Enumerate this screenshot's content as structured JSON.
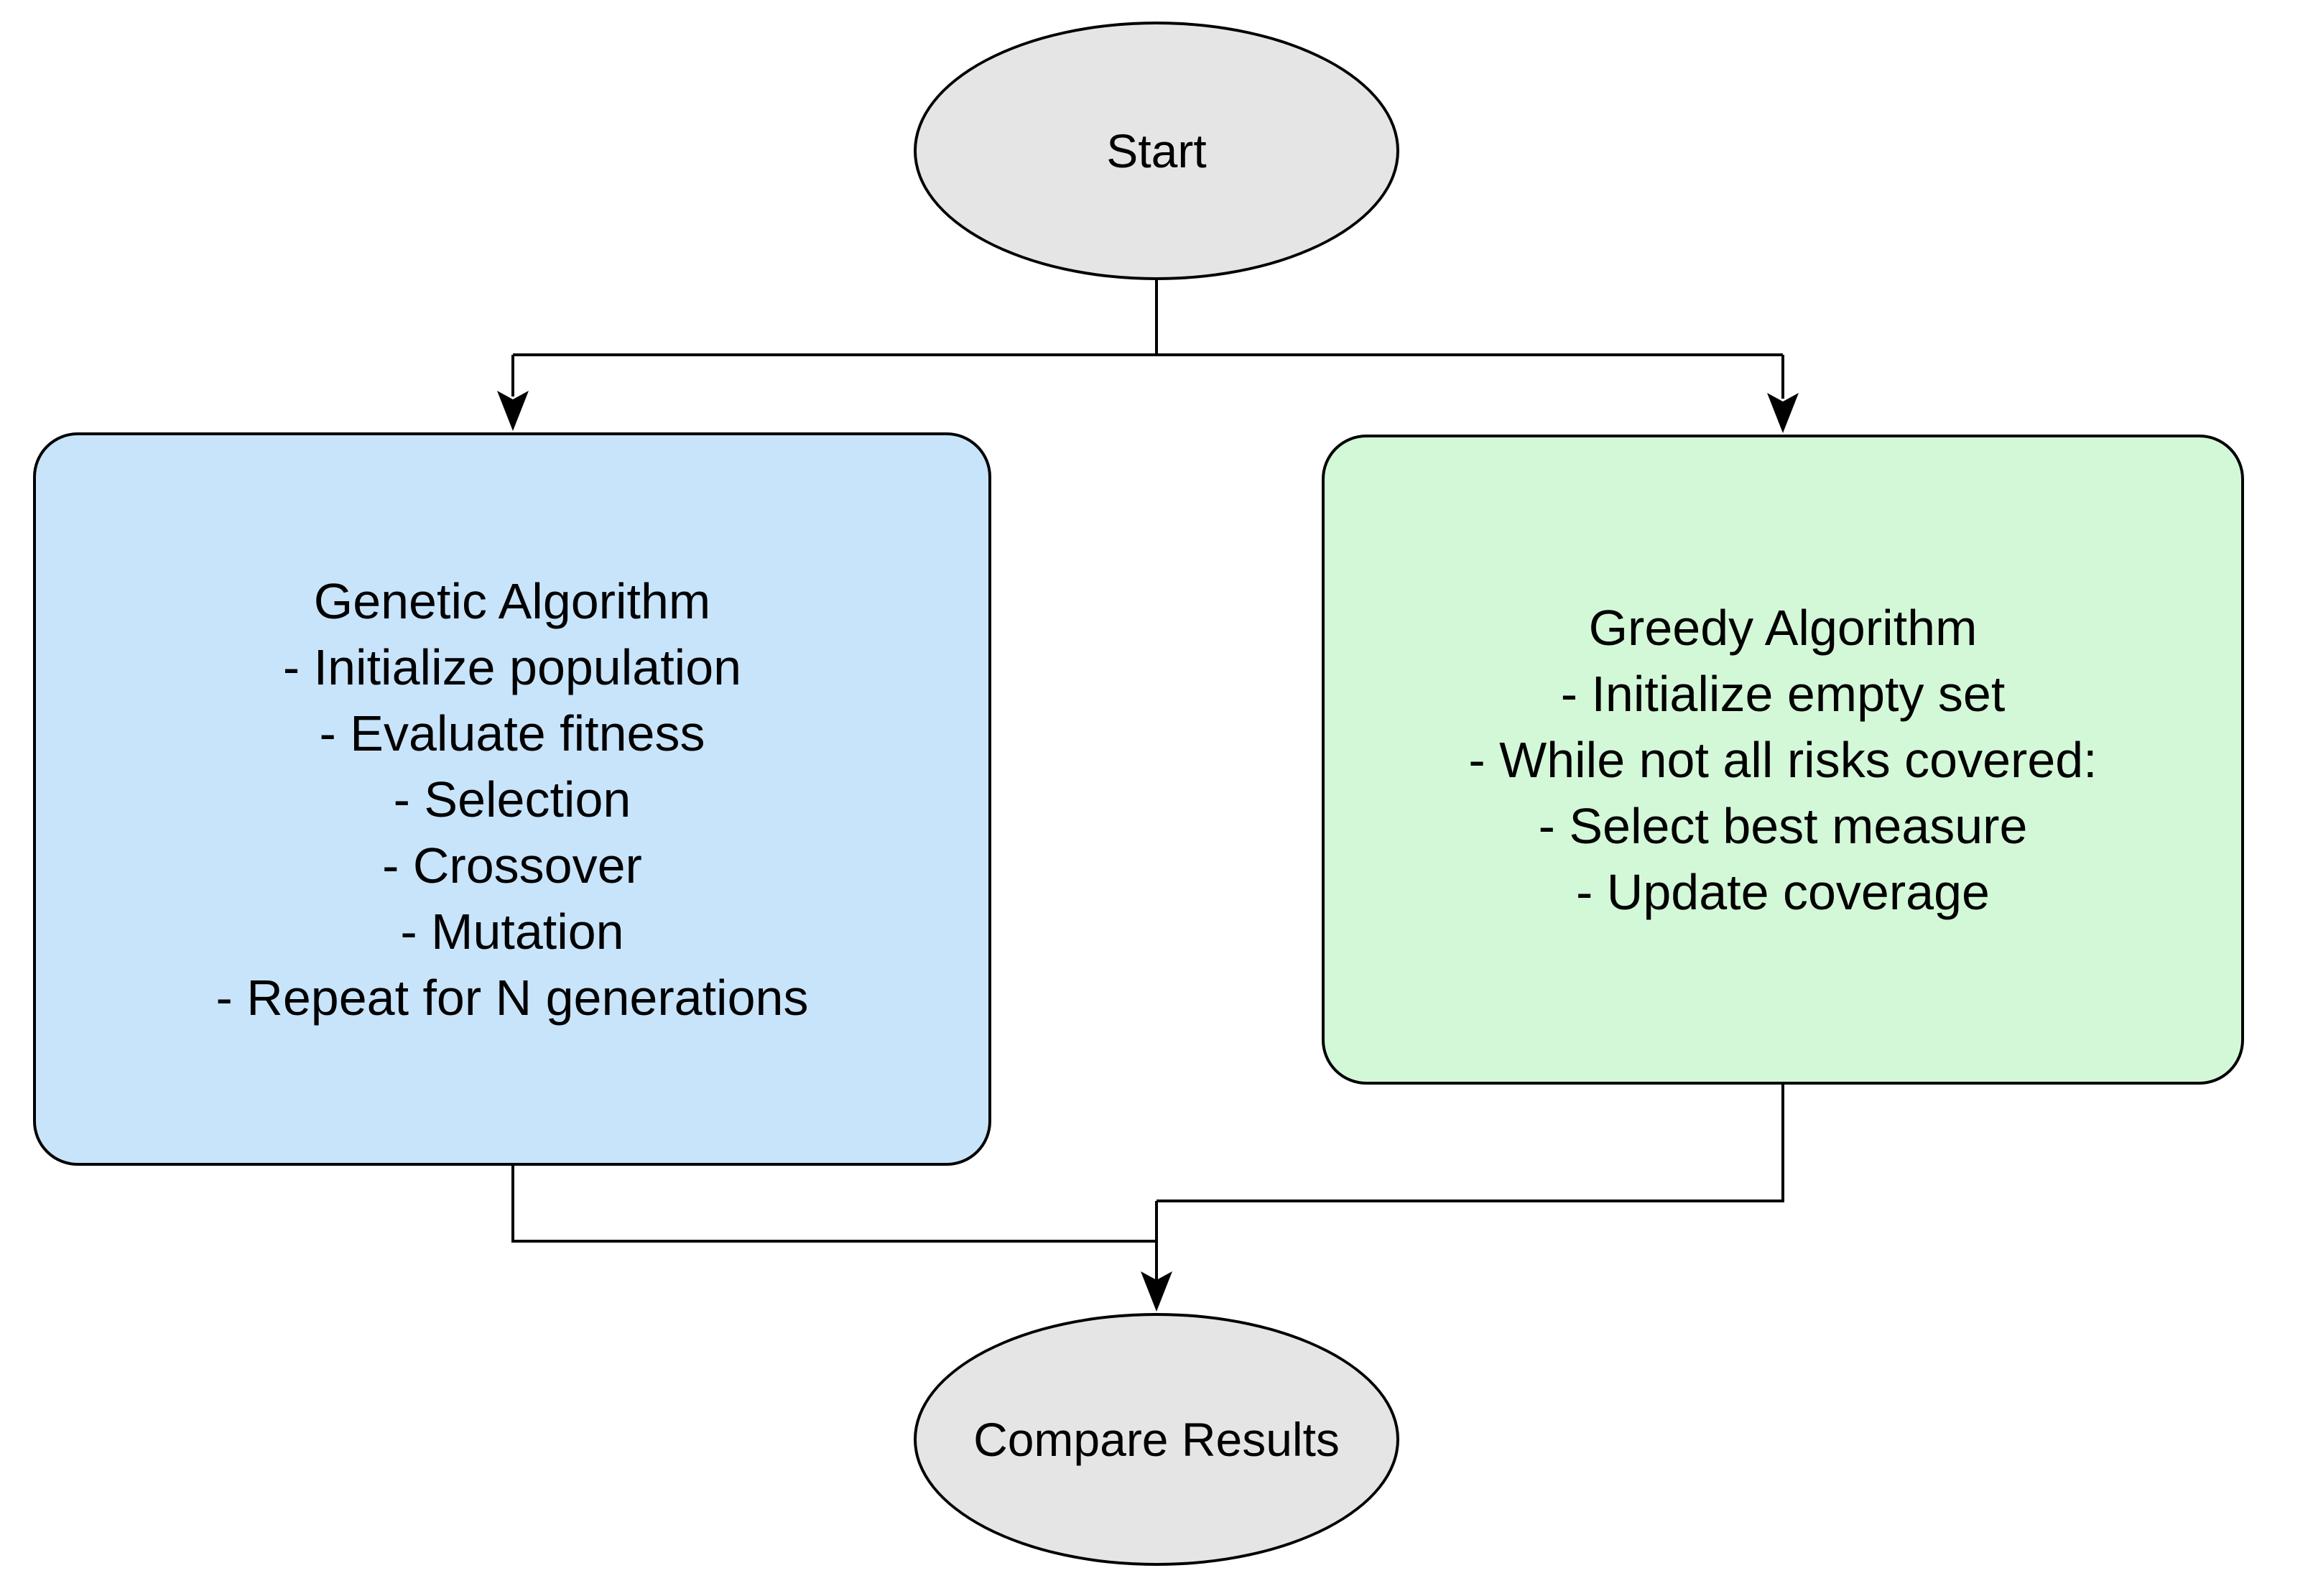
{
  "nodes": {
    "start": {
      "label": "Start"
    },
    "genetic": {
      "title": "Genetic Algorithm",
      "items": [
        "- Initialize population",
        "- Evaluate fitness",
        "- Selection",
        "- Crossover",
        "- Mutation",
        "- Repeat for N generations"
      ]
    },
    "greedy": {
      "title": "Greedy Algorithm",
      "items": [
        "- Initialize empty set",
        "- While not all risks covered:",
        "- Select best measure",
        "- Update coverage"
      ]
    },
    "compare": {
      "label": "Compare Results"
    }
  },
  "colors": {
    "terminal_fill": "#e5e5e5",
    "genetic_fill": "#c8e4fb",
    "greedy_fill": "#d3f8d8",
    "stroke": "#000000"
  }
}
